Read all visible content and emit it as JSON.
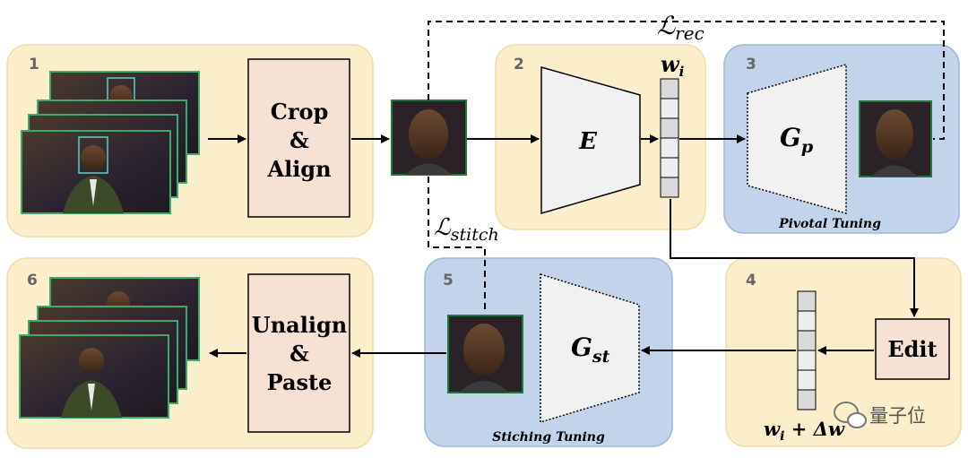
{
  "stages": {
    "s1": {
      "number": "1"
    },
    "s2": {
      "number": "2"
    },
    "s3": {
      "number": "3",
      "caption": "Pivotal Tuning"
    },
    "s4": {
      "number": "4"
    },
    "s5": {
      "number": "5",
      "caption": "Stiching Tuning"
    },
    "s6": {
      "number": "6"
    }
  },
  "boxes": {
    "crop": [
      "Crop",
      "&",
      "Align"
    ],
    "unalign": [
      "Unalign",
      "&",
      "Paste"
    ],
    "edit": "Edit"
  },
  "networks": {
    "encoder": "E",
    "gp": {
      "base": "G",
      "sub": "p"
    },
    "gst": {
      "base": "G",
      "sub": "st"
    }
  },
  "latent": {
    "w": {
      "base": "w",
      "sub": "i"
    },
    "w_edit": {
      "base": "w",
      "sub": "i",
      "suffix": " + Δw"
    }
  },
  "losses": {
    "rec": {
      "base": "ℒ",
      "sub": "rec"
    },
    "stitch": {
      "base": "ℒ",
      "sub": "stitch"
    }
  },
  "watermark": "量子位",
  "colors": {
    "yellow_panel": "#fbefcb",
    "blue_panel": "#c3d4ea",
    "box_fill": "#f5e2d4",
    "net_fill": "#f1f1f1",
    "frame_border": "#3daa6a",
    "face_border": "#1d7a3a"
  }
}
